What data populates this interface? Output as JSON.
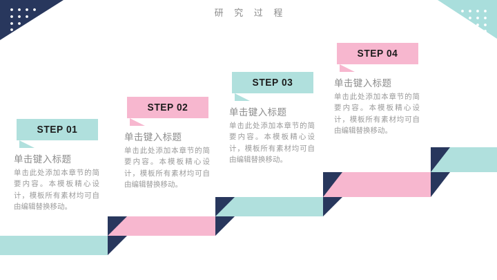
{
  "header": {
    "title": "研 究 过 程"
  },
  "theme": {
    "teal": "#b0e0dd",
    "pink": "#f7b7cf",
    "navy": "#28375d",
    "title_gray": "#8c8c8c",
    "body_gray": "#9a9a9a",
    "label_black": "#1c1c1c",
    "background": "#ffffff"
  },
  "decor": {
    "top_left": {
      "name": "navy-dotted-triangle",
      "color": "#28375d",
      "dot_color": "#ffffff"
    },
    "top_right": {
      "name": "teal-dotted-triangle",
      "color": "#a9dedc",
      "dot_color": "#ffffff"
    }
  },
  "steps": [
    {
      "label": "STEP 01",
      "color": "teal",
      "title": "单击键入标题",
      "body": "单击此处添加本章节的简要内容。本模板精心设计，模板所有素材均可自由编辑替换移动。"
    },
    {
      "label": "STEP 02",
      "color": "pink",
      "title": "单击键入标题",
      "body": "单击此处添加本章节的简要内容。本模板精心设计，模板所有素材均可自由编辑替换移动。"
    },
    {
      "label": "STEP 03",
      "color": "teal",
      "title": "单击键入标题",
      "body": "单击此处添加本章节的简要内容。本模板精心设计，模板所有素材均可自由编辑替换移动。"
    },
    {
      "label": "STEP 04",
      "color": "pink",
      "title": "单击键入标题",
      "body": "单击此处添加本章节的简要内容。本模板精心设计，模板所有素材均可自由编辑替换移动。"
    }
  ],
  "staircase": {
    "treads": [
      {
        "name": "stair-tread-1",
        "color": "teal"
      },
      {
        "name": "stair-tread-2",
        "color": "pink"
      },
      {
        "name": "stair-tread-3",
        "color": "teal"
      },
      {
        "name": "stair-tread-4",
        "color": "pink"
      },
      {
        "name": "stair-tread-5",
        "color": "teal"
      }
    ],
    "risers": [
      {
        "name": "stair-riser-1",
        "color": "navy"
      },
      {
        "name": "stair-riser-2",
        "color": "navy"
      },
      {
        "name": "stair-riser-3",
        "color": "navy"
      },
      {
        "name": "stair-riser-4",
        "color": "navy"
      }
    ]
  }
}
